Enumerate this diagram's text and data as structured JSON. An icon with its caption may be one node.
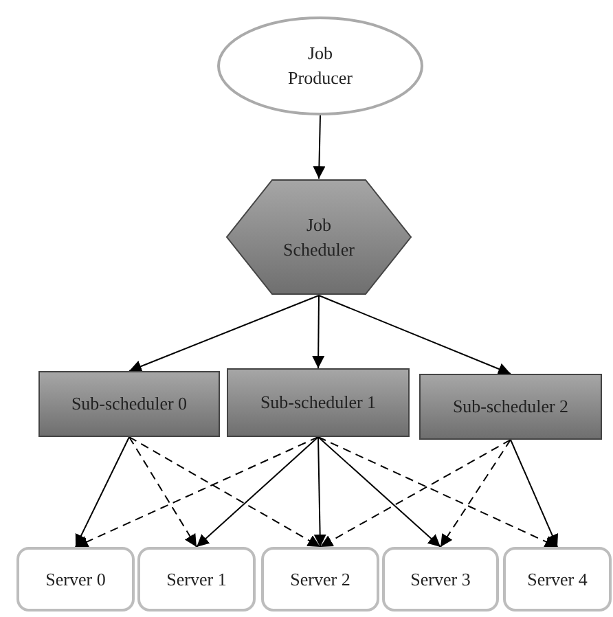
{
  "diagram": {
    "nodes": [
      {
        "text": [
          "Job Producer"
        ]
      },
      {
        "text": [
          "Job Scheduler"
        ]
      },
      {
        "text": [
          "Sub-scheduler 0"
        ]
      },
      {
        "text": [
          "Sub-scheduler 1"
        ]
      },
      {
        "text": [
          "Sub-scheduler 2"
        ]
      },
      {
        "text": [
          "Server 0"
        ]
      },
      {
        "text": [
          "Server 1"
        ]
      },
      {
        "text": [
          "Server 2"
        ]
      },
      {
        "text": [
          "Server 3"
        ]
      },
      {
        "text": [
          "Server 4"
        ]
      }
    ],
    "edges": [
      {
        "from": 0,
        "to": 1,
        "arrow": "to"
      },
      {
        "from": 1,
        "to": 2,
        "arrow": "to"
      },
      {
        "from": 1,
        "to": 3,
        "arrow": "to"
      },
      {
        "from": 1,
        "to": 4,
        "arrow": "to"
      },
      {
        "from": 2,
        "to": 5,
        "arrow": "to"
      },
      {
        "from": 2,
        "to": 6,
        "arrow": "to",
        "style": "dashed"
      },
      {
        "from": 2,
        "to": 7,
        "arrow": "to",
        "style": "dashed"
      },
      {
        "from": 3,
        "to": 5,
        "arrow": "to",
        "style": "dashed"
      },
      {
        "from": 3,
        "to": 6,
        "arrow": "to"
      },
      {
        "from": 3,
        "to": 7,
        "arrow": "to"
      },
      {
        "from": 3,
        "to": 8,
        "arrow": "to"
      },
      {
        "from": 3,
        "to": 9,
        "arrow": "to",
        "style": "dashed"
      },
      {
        "from": 4,
        "to": 7,
        "arrow": "to",
        "style": "dashed"
      },
      {
        "from": 4,
        "to": 8,
        "arrow": "to",
        "style": "dashed"
      },
      {
        "from": 4,
        "to": 9,
        "arrow": "to"
      }
    ]
  }
}
